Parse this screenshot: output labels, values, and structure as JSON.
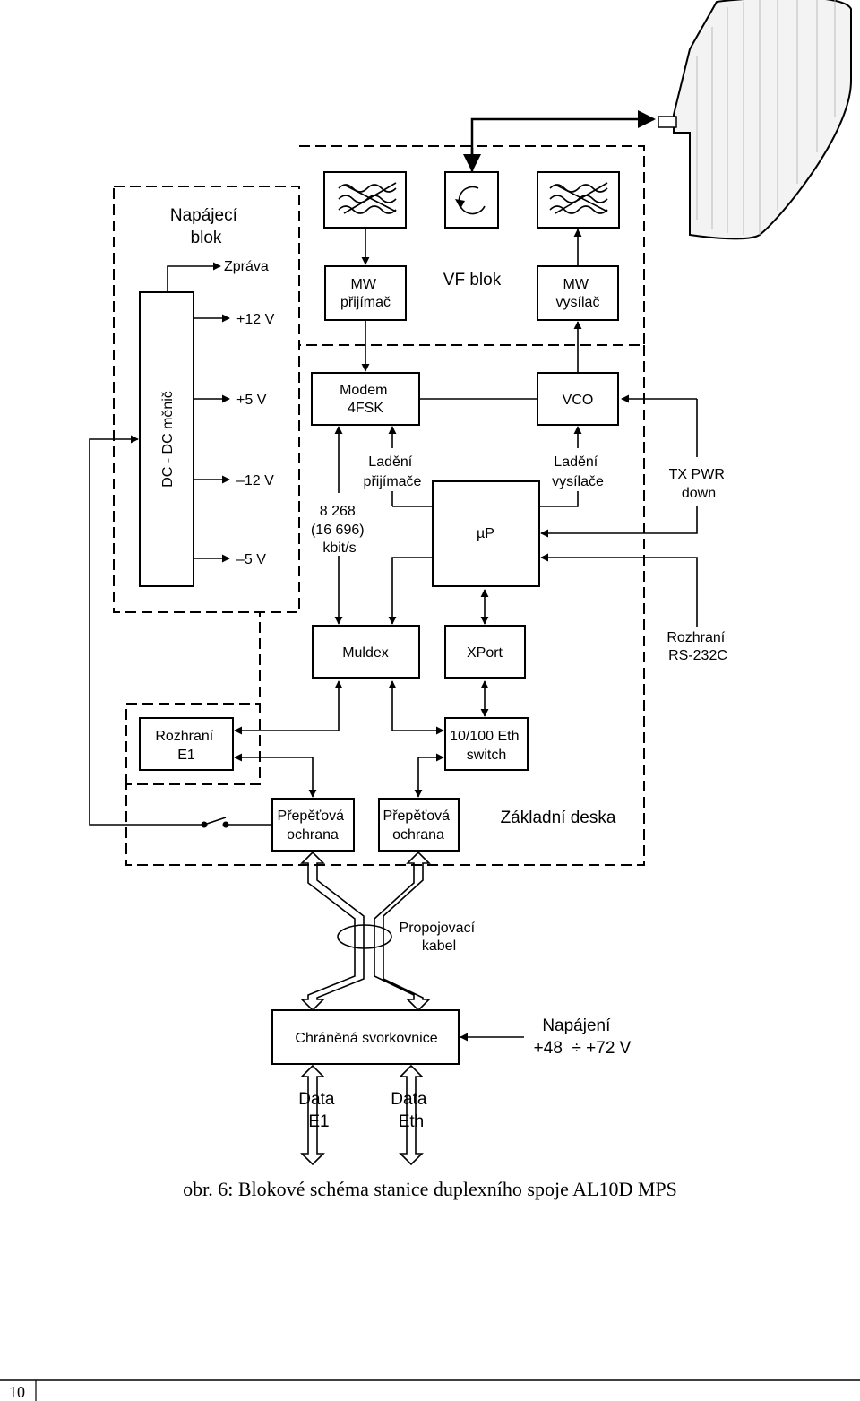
{
  "blocks": {
    "napajeci_blok": [
      "Napájecí",
      "blok"
    ],
    "dcdc": "DC - DC měnič",
    "mw_prijimac": [
      "MW",
      "přijímač"
    ],
    "vf_blok": "VF blok",
    "mw_vysilac": [
      "MW",
      "vysílač"
    ],
    "modem": [
      "Modem",
      "4FSK"
    ],
    "vco": "VCO",
    "up": "µP",
    "muldex": "Muldex",
    "xport": "XPort",
    "rozhrani_e1": [
      "Rozhraní",
      "E1"
    ],
    "eth_switch": [
      "10/100 Eth",
      "switch"
    ],
    "prepetova1": [
      "Přepěťová",
      "ochrana"
    ],
    "prepetova2": [
      "Přepěťová",
      "ochrana"
    ],
    "zakladni_deska": "Základní deska",
    "svorkovnice": "Chráněná svorkovnice"
  },
  "labels": {
    "zprava": "Zpráva",
    "v12p": "+12 V",
    "v5p": "+5 V",
    "v12m": "–12 V",
    "v5m": "–5 V",
    "rate": [
      "8 268",
      "(16 696)",
      "kbit/s"
    ],
    "ladeni_prijimace": [
      "Ladění",
      "přijímače"
    ],
    "ladeni_vysilace": [
      "Ladění",
      "vysílače"
    ],
    "tx_pwr": [
      "TX PWR",
      "down"
    ],
    "rs232": [
      "Rozhraní",
      "RS-232C"
    ],
    "propojovaci": [
      "Propojovací",
      "kabel"
    ],
    "napajeni": [
      "Napájení",
      "+48  ÷ +72 V"
    ],
    "data_e1": [
      "Data",
      "E1"
    ],
    "data_eth": [
      "Data",
      "Eth"
    ]
  },
  "caption": "obr. 6: Blokové schéma stanice duplexního spoje AL10D MPS",
  "page_number": "10"
}
